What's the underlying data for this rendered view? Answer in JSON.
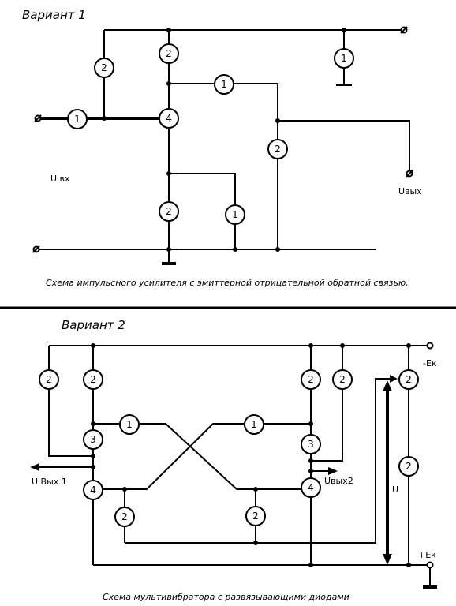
{
  "variant1": {
    "title": "Вариант  1",
    "caption": "Схема импульсного усилителя с эмиттерной отрицательной обратной связью.",
    "input_label": "U вх",
    "output_label": "Uвых",
    "nodes": [
      "1",
      "2",
      "2",
      "1",
      "4",
      "1",
      "2",
      "2",
      "1"
    ]
  },
  "variant2": {
    "title": "Вариант  2",
    "caption": "Схема мультивибратора с развязывающими диодами",
    "supply_minus_label": "-Ек",
    "supply_plus_label": "+Ек",
    "out1_label": "U Вых 1",
    "out2_label": "Uвых2",
    "u_label": "U",
    "nodes": [
      "2",
      "2",
      "2",
      "2",
      "2",
      "1",
      "1",
      "3",
      "3",
      "4",
      "4",
      "2",
      "2",
      "2"
    ]
  }
}
